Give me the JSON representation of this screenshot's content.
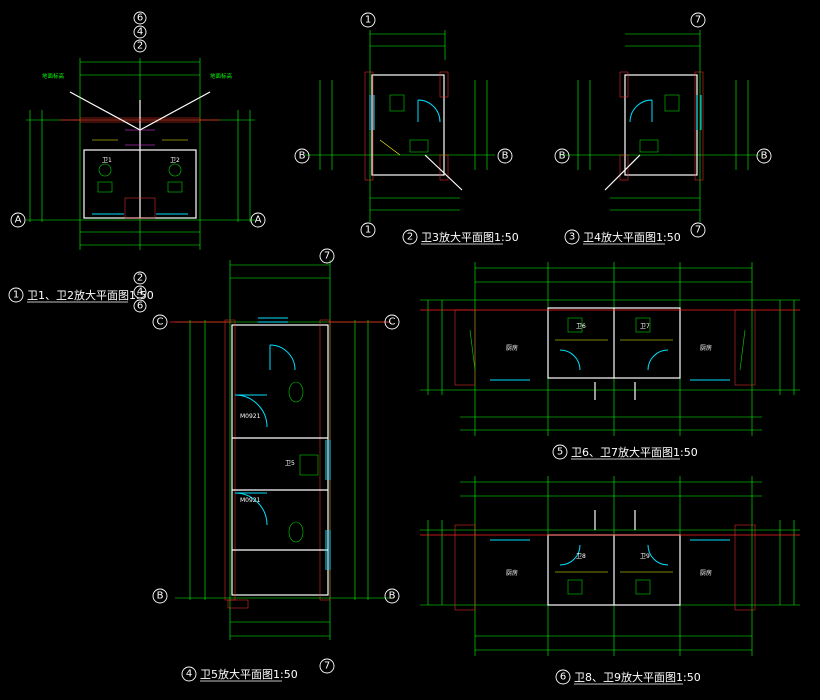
{
  "drawing": {
    "background": "#000000",
    "colors": {
      "dimension": "#00ff00",
      "wall": "#ffffff",
      "fixture": "#00e0ff",
      "axis": "#ff2020"
    },
    "panels": [
      {
        "id": "p1",
        "number": "1",
        "title": "卫1、卫2放大平面图1:50",
        "axes": {
          "top": [
            "6",
            "4",
            "2"
          ],
          "bottom": [
            "2",
            "4",
            "6"
          ],
          "left": "A",
          "right": "A"
        },
        "labels": [
          "地面标高",
          "卫1",
          "卫2"
        ]
      },
      {
        "id": "p2",
        "number": "2",
        "title": "卫3放大平面图1:50",
        "axes": {
          "top": "1",
          "bottom": "1",
          "left": "B",
          "right": "B"
        }
      },
      {
        "id": "p3",
        "number": "3",
        "title": "卫4放大平面图1:50",
        "axes": {
          "top": "7",
          "bottom": "7",
          "left": "B",
          "right": "B"
        }
      },
      {
        "id": "p4",
        "number": "4",
        "title": "卫5放大平面图1:50",
        "axes": {
          "top": "7",
          "bottom": "7",
          "left_top": "C",
          "right_top": "C",
          "left_bottom": "B",
          "right_bottom": "B"
        },
        "labels": [
          "M0921",
          "M0921",
          "卫5"
        ]
      },
      {
        "id": "p5",
        "number": "5",
        "title": "卫6、卫7放大平面图1:50",
        "labels": [
          "卫6",
          "卫7",
          "厨房",
          "厨房"
        ]
      },
      {
        "id": "p6",
        "number": "6",
        "title": "卫8、卫9放大平面图1:50",
        "labels": [
          "卫8",
          "卫9",
          "厨房",
          "厨房"
        ]
      }
    ]
  }
}
